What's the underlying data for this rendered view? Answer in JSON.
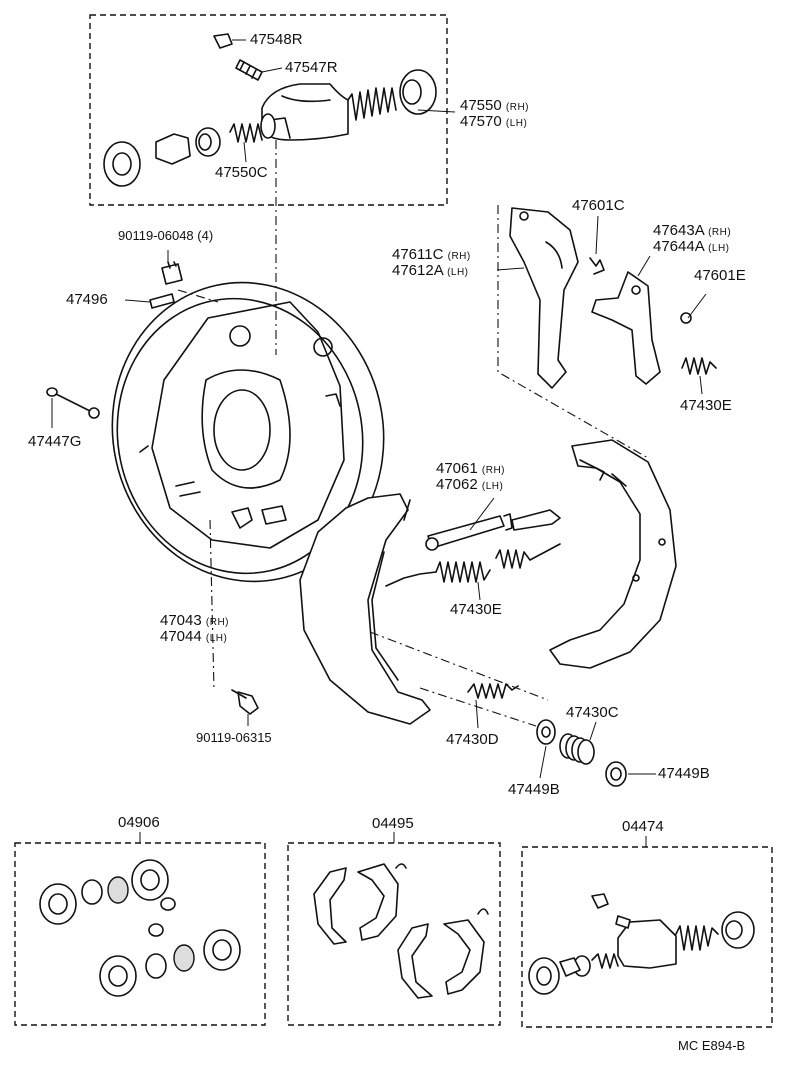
{
  "labels": {
    "p47548R": "47548R",
    "p47547R": "47547R",
    "p47550": "47550",
    "p47570": "47570",
    "p47550C": "47550C",
    "p90119_06048": "90119-06048 (4)",
    "p47496": "47496",
    "p47447G": "47447G",
    "p47043": "47043",
    "p47044": "47044",
    "p90119_06315": "90119-06315",
    "p47611C": "47611C",
    "p47612A": "47612A",
    "p47601C": "47601C",
    "p47643A": "47643A",
    "p47644A": "47644A",
    "p47601E": "47601E",
    "p47430E_right": "47430E",
    "p47061": "47061",
    "p47062": "47062",
    "p47430E_mid": "47430E",
    "p47430D": "47430D",
    "p47430C": "47430C",
    "p47449B_left": "47449B",
    "p47449B_right": "47449B",
    "kit_04906": "04906",
    "kit_04495": "04495",
    "kit_04474": "04474",
    "footer_code": "MC  E894-B"
  },
  "side_tags": {
    "rh": "(RH)",
    "lh": "(LH)"
  }
}
